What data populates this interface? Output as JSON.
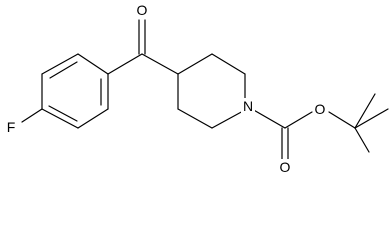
{
  "molecule": {
    "atoms": {
      "oxygen_carbonyl_ketone": "O",
      "fluorine": "F",
      "nitrogen": "N",
      "oxygen_ester": "O",
      "oxygen_carbonyl_ester": "O"
    }
  }
}
